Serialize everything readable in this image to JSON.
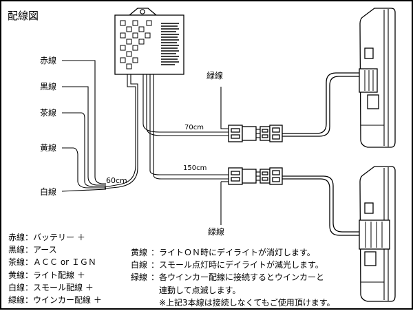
{
  "title": "配線図",
  "wire_labels": {
    "red": "赤線",
    "black": "黒線",
    "brown": "茶線",
    "yellow": "黄線",
    "white": "白線",
    "green_top": "緑線",
    "green_bottom": "緑線"
  },
  "lengths": {
    "unit_wires": "60cm",
    "upper_branch": "70cm",
    "lower_branch": "150cm"
  },
  "legend": [
    {
      "wire": "赤線",
      "desc": "：バッテリー ＋"
    },
    {
      "wire": "黒線",
      "desc": "：アース"
    },
    {
      "wire": "茶線",
      "desc": "：ＡＣＣ or ＩＧＮ"
    },
    {
      "wire": "黄線",
      "desc": "：ライト配線 ＋"
    },
    {
      "wire": "白線",
      "desc": "：スモール配線 ＋"
    },
    {
      "wire": "緑線",
      "desc": "：ウインカー配線 ＋"
    }
  ],
  "notes": {
    "yellow": {
      "wire": "黄線",
      "colon": "：",
      "text": "ライトＯＮ時にデイライトが消灯します。"
    },
    "white": {
      "wire": "白線",
      "colon": "：",
      "text": "スモール点灯時にデイライトが減光します。"
    },
    "green": {
      "wire": "緑線",
      "colon": "：",
      "text": "各ウインカー配線に接続するとウインカーと"
    },
    "green_cont": "連動して点滅します。",
    "footnote": "※上記3本線は接続しなくてもご使用頂けます。"
  }
}
